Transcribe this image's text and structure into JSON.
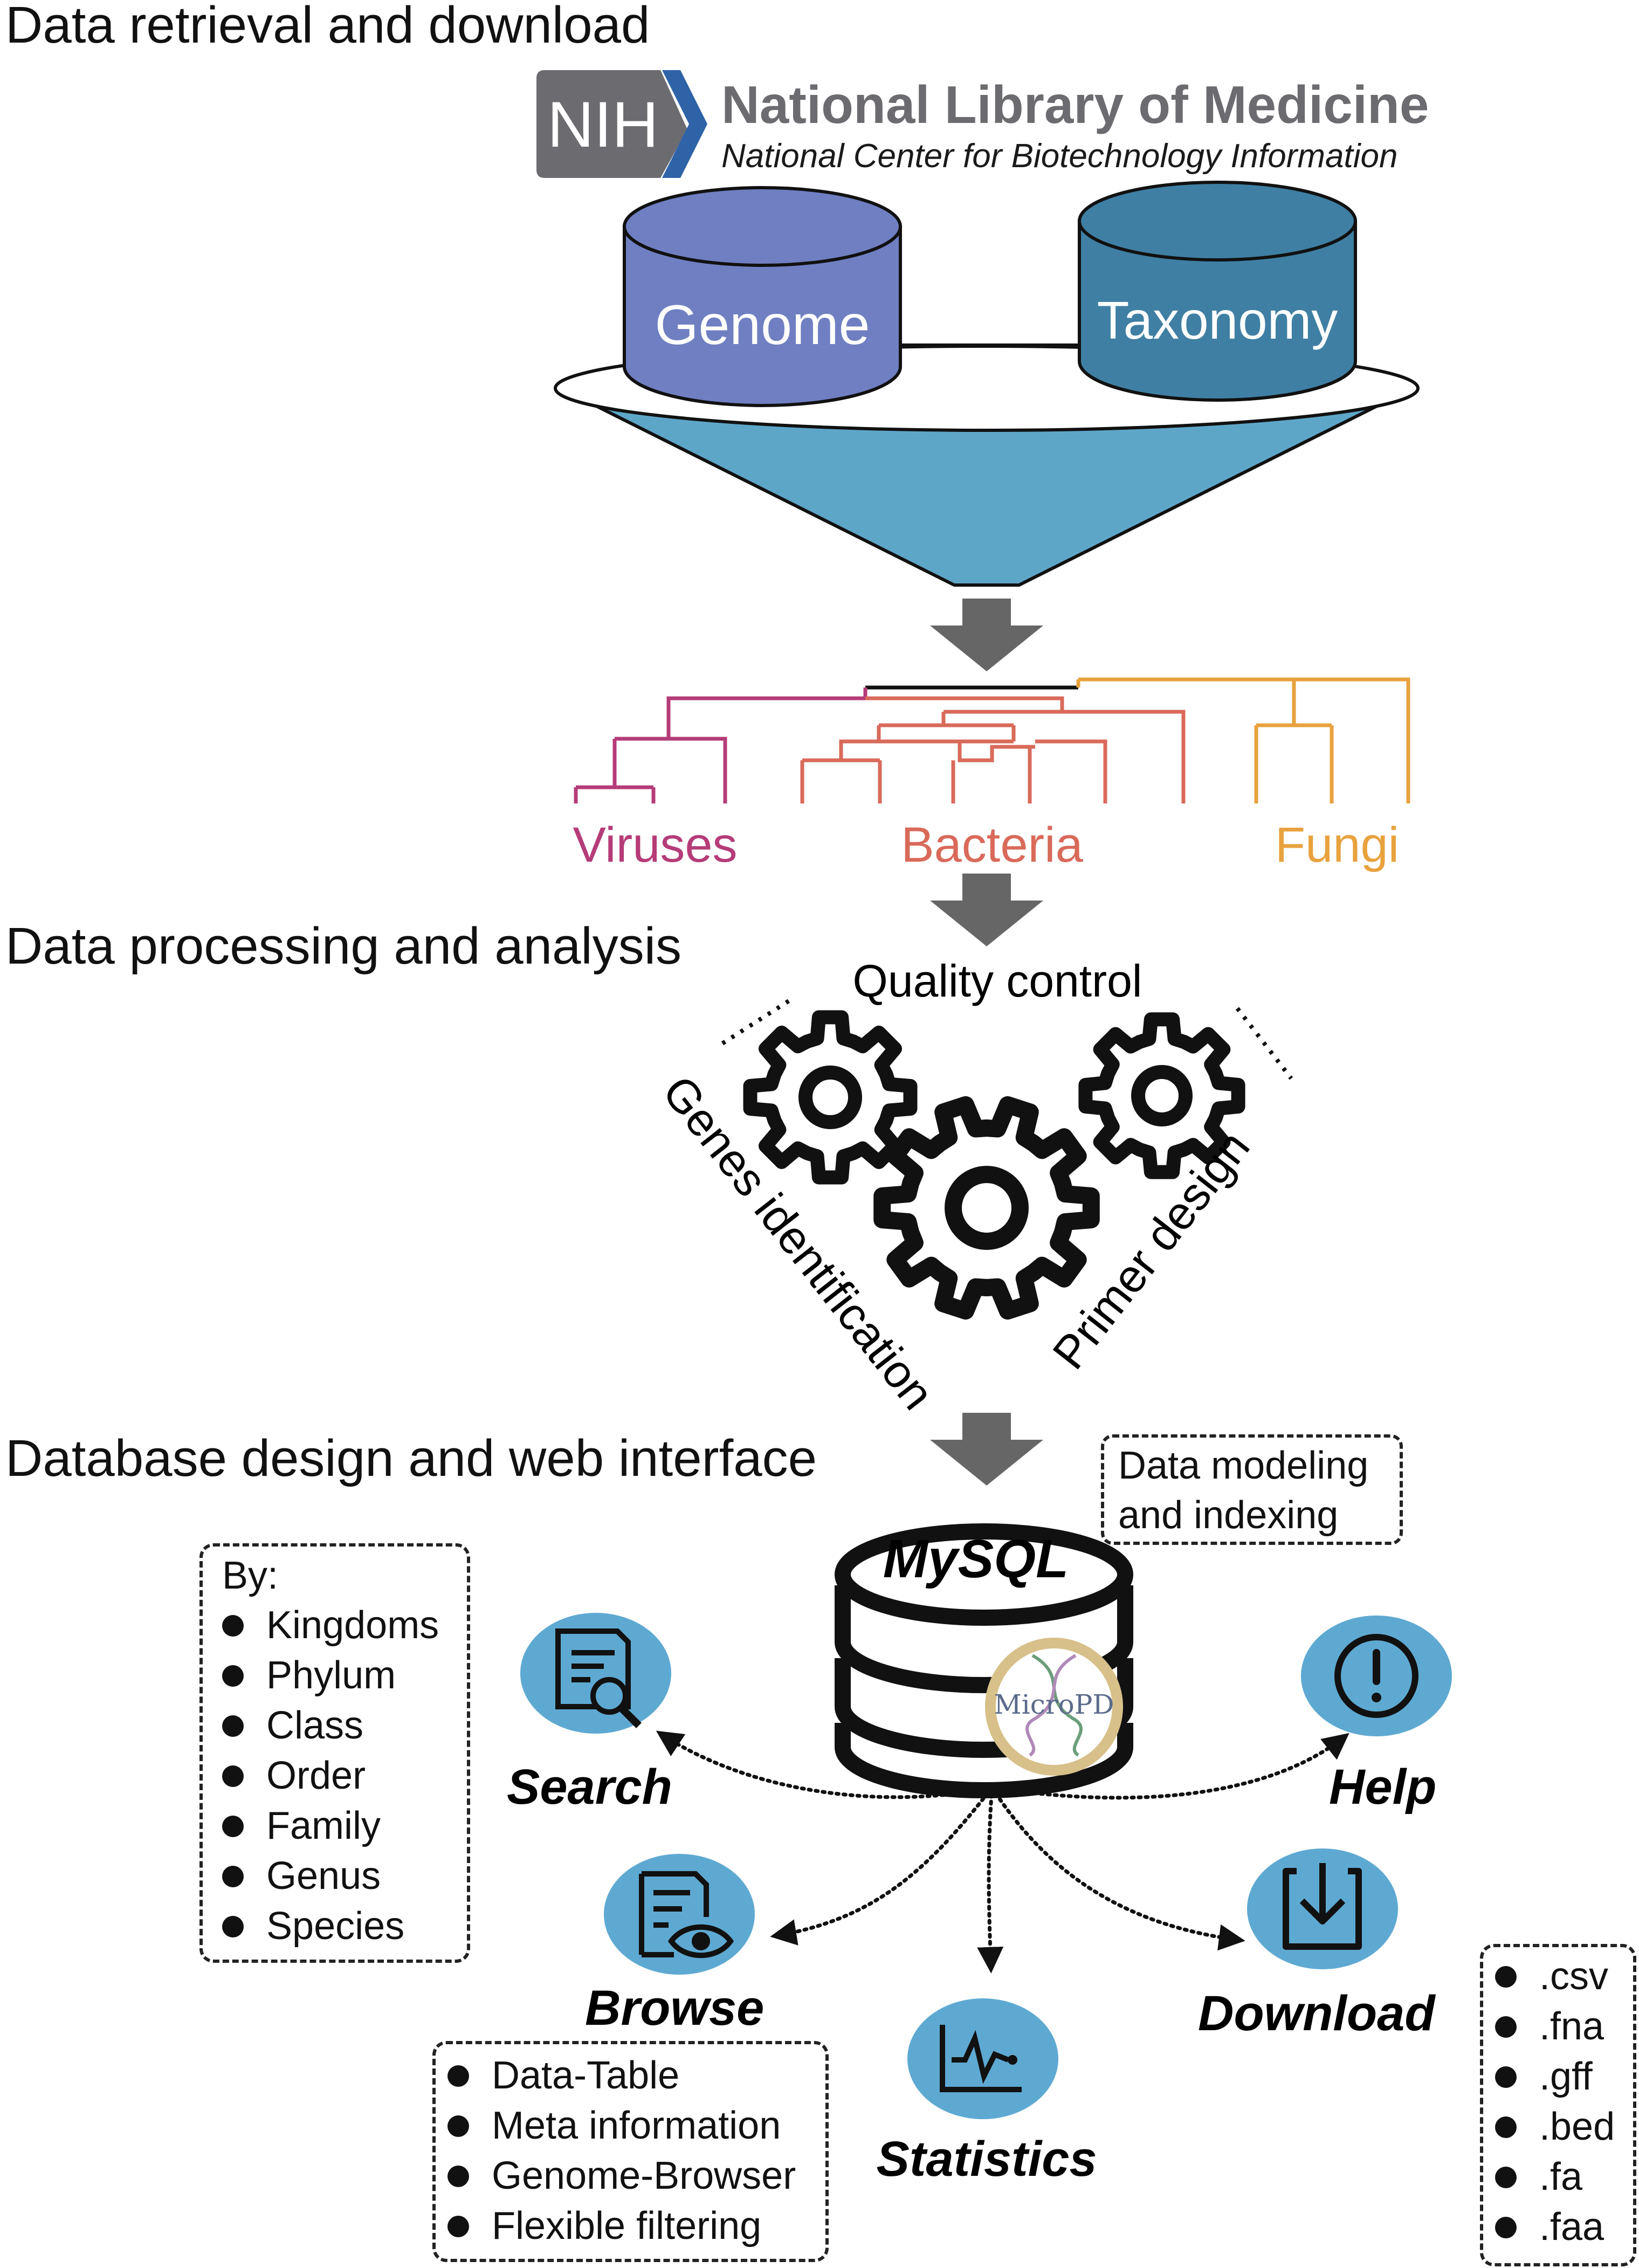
{
  "sections": {
    "retrieval": "Data retrieval and download",
    "processing": "Data processing and analysis",
    "database": "Database design and web interface"
  },
  "nih": {
    "badge": "NIH",
    "title": "National Library of Medicine",
    "subtitle": "National Center for Biotechnology Information"
  },
  "databases": {
    "genome": "Genome",
    "taxonomy": "Taxonomy"
  },
  "kingdoms": {
    "viruses": "Viruses",
    "bacteria": "Bacteria",
    "fungi": "Fungi"
  },
  "processing": {
    "quality": "Quality control",
    "genes": "Genes identification",
    "primer": "Primer design"
  },
  "database": {
    "engine": "MySQL",
    "logo": "MicroPD",
    "note_line1": "Data modeling",
    "note_line2": "and indexing"
  },
  "features": {
    "search": "Search",
    "help": "Help",
    "browse": "Browse",
    "statistics": "Statistics",
    "download": "Download"
  },
  "search_box": {
    "heading": "By:",
    "items": [
      "Kingdoms",
      "Phylum",
      "Class",
      "Order",
      "Family",
      "Genus",
      "Species"
    ]
  },
  "browse_box": {
    "items": [
      "Data-Table",
      "Meta information",
      "Genome-Browser",
      "Flexible filtering"
    ]
  },
  "download_box": {
    "items": [
      ".csv",
      ".fna",
      ".gff",
      ".bed",
      ".fa",
      ".faa"
    ]
  },
  "icons": {
    "search": "document-search-icon",
    "help": "exclamation-circle-icon",
    "browse": "document-eye-icon",
    "statistics": "line-chart-icon",
    "download": "download-tray-icon",
    "gears": "gear-icon"
  },
  "colors": {
    "genome_db": "#6f7fc2",
    "taxonomy_db": "#3f7fa3",
    "funnel": "#5ea6c8",
    "feature_icon_bg": "#5ea9d2",
    "viruses": "#b53c78",
    "bacteria": "#d96a5a",
    "fungi": "#e8a23e",
    "nih_gray": "#6c6c70",
    "nih_blue": "#2f63a8",
    "arrow_gray": "#666666"
  }
}
